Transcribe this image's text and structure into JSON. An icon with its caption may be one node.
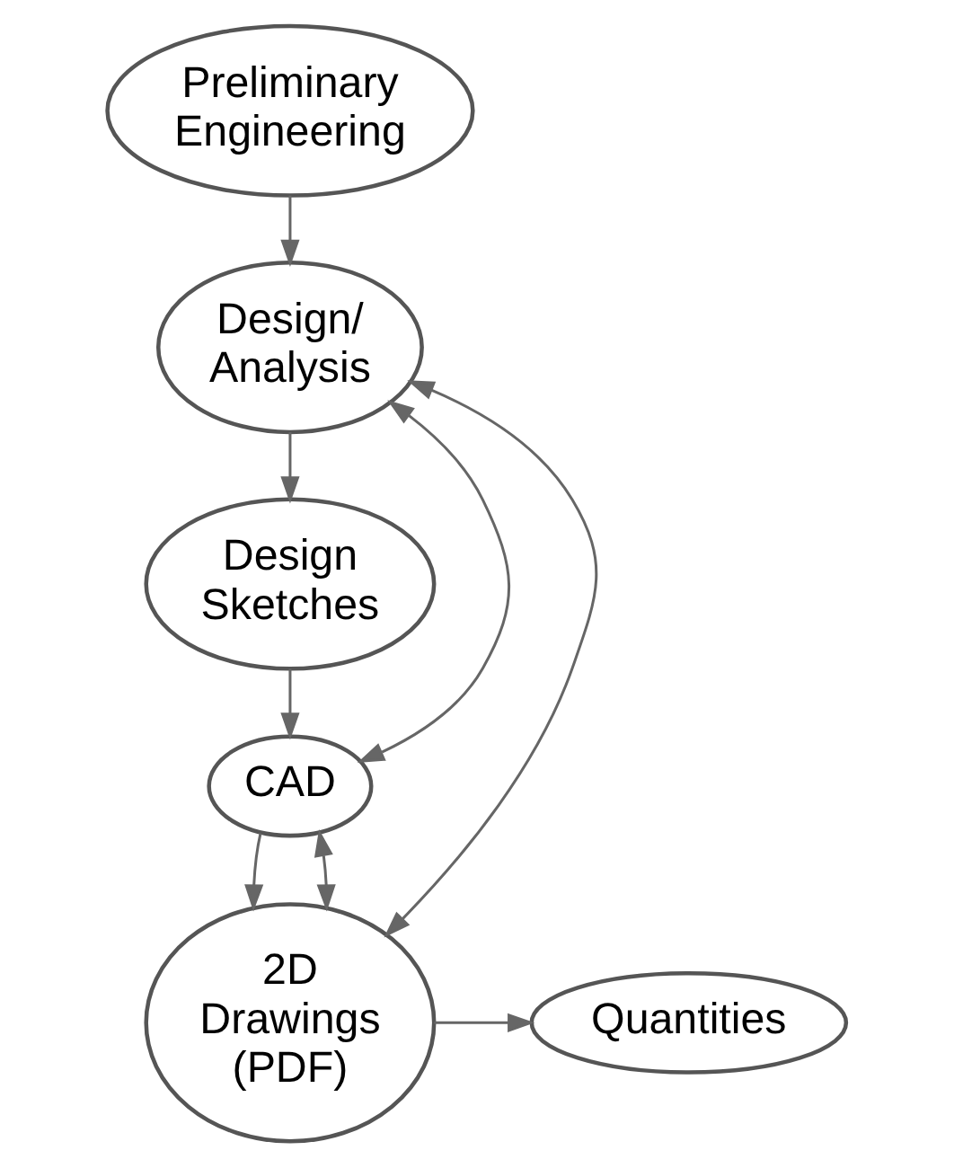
{
  "diagram": {
    "nodes": [
      {
        "text": [
          "Preliminary Engineering"
        ]
      },
      {
        "text": [
          "Design/ Analysis"
        ]
      },
      {
        "text": [
          "Design Sketches"
        ]
      },
      {
        "text": [
          "CAD"
        ]
      },
      {
        "text": [
          "2D Drawings (PDF)"
        ]
      },
      {
        "text": [
          "Quantities"
        ]
      }
    ],
    "edges": [
      {
        "from": 0,
        "to": 1,
        "arrow": "to"
      },
      {
        "from": 1,
        "to": 2,
        "arrow": "to"
      },
      {
        "from": 2,
        "to": 3,
        "arrow": "to"
      },
      {
        "from": 3,
        "to": 4,
        "arrow": "to"
      },
      {
        "from": 4,
        "to": 5,
        "arrow": "to"
      },
      {
        "from": 1,
        "to": 3,
        "arrow": "both"
      },
      {
        "from": 3,
        "to": 4,
        "arrow": "both"
      },
      {
        "from": 4,
        "to": 1,
        "arrow": "both"
      }
    ]
  }
}
